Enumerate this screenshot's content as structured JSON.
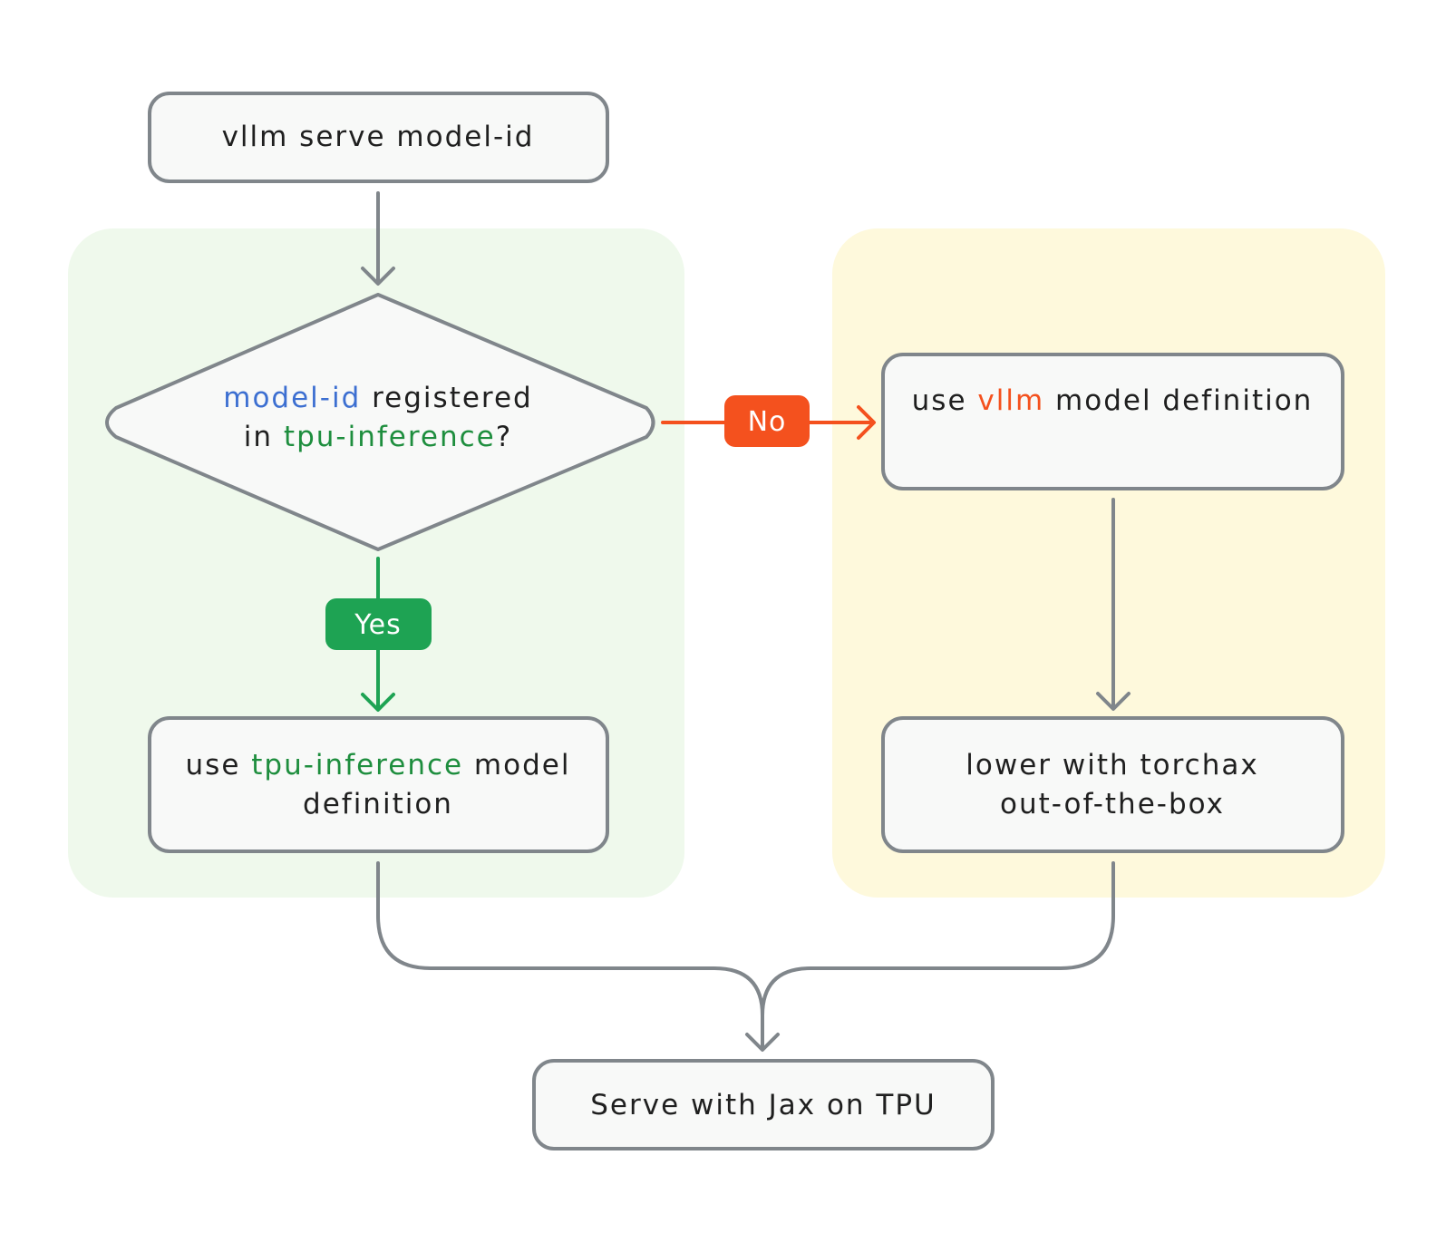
{
  "colors": {
    "node_fill": "#f8f9f8",
    "node_stroke": "#80868b",
    "text": "#1f1f1f",
    "blue_accent": "#3c6fd1",
    "green_accent": "#1e8e3e",
    "orange_accent": "#f4511e",
    "yes_badge": "#1ea353",
    "no_badge": "#f4511e",
    "green_region": "#eff9ec",
    "yellow_region": "#fef9dc"
  },
  "nodes": {
    "start": {
      "text": "vllm serve model-id"
    },
    "decision": {
      "line1": {
        "accent": "model-id",
        "rest": " registered"
      },
      "line2": {
        "pre": "in ",
        "accent": "tpu-inference",
        "post": "?"
      }
    },
    "yes_box": {
      "line1": {
        "pre": "use ",
        "accent": "tpu-inference",
        "post": " model"
      },
      "line2": "definition"
    },
    "no_box": {
      "line1": {
        "pre": "use ",
        "accent": "vllm",
        "post": " model definition"
      }
    },
    "torchax_box": {
      "line1": "lower with torchax",
      "line2": "out-of-the-box"
    },
    "end": {
      "text": "Serve with Jax on TPU"
    }
  },
  "labels": {
    "yes": "Yes",
    "no": "No"
  }
}
